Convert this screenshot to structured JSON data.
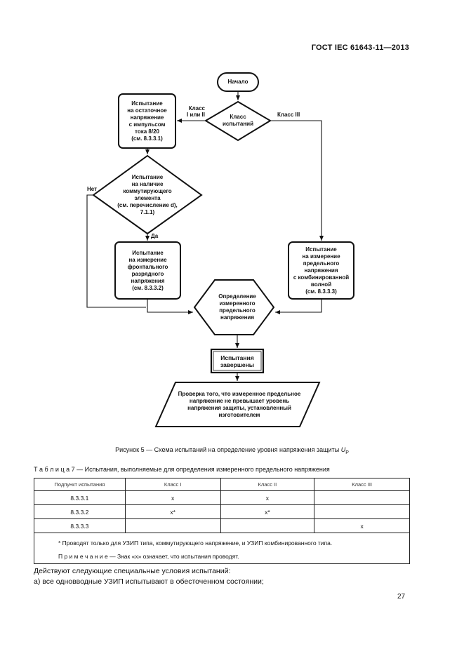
{
  "header": {
    "standard": "ГОСТ IEC 61643-11—2013"
  },
  "flowchart": {
    "start": "Начало",
    "class_decision": "Класс\nиспытаний",
    "branch_class12": "Класс\nI или II",
    "branch_class3": "Класс III",
    "residual_test": "Испытание\nна остаточное\nнапряжение\nс импульсом\nтока 8/20\n(см. 8.3.3.1)",
    "switching_decision": "Испытание\nна наличие\nкоммутирующего\nэлемента\n(см. перечисление d),\n7.1.1)",
    "branch_no": "Нет",
    "branch_yes": "Да",
    "front_test": "Испытание\nна измерение\nфронтального\nразрядного\nнапряжения\n(см. 8.3.3.2)",
    "combo_test": "Испытание\nна измерение\nпредельного\nнапряжения\nс комбинированной\nволной\n(см. 8.3.3.3)",
    "determine": "Определение\nизмеренного\nпредельного\nнапряжения",
    "complete": "Испытания\nзавершены",
    "verify": "Проверка того, что измеренное предельное\nнапряжение не превышает уровень\nнапряжения защиты, установленный\nизготовителем"
  },
  "caption": {
    "text": "Рисунок 5 — Схема испытаний на определение уровня напряжения защиты ",
    "symbol": "U",
    "sub": "P"
  },
  "table": {
    "title": "Т а б л и ц а  7 — Испытания, выполняемые для определения измеренного предельного напряжения",
    "headers": [
      "Подпункт испытания",
      "Класс I",
      "Класс II",
      "Класс III"
    ],
    "rows": [
      [
        "8.3.3.1",
        "x",
        "x",
        ""
      ],
      [
        "8.3.3.2",
        "x*",
        "x*",
        ""
      ],
      [
        "8.3.3.3",
        "",
        "",
        "x"
      ]
    ],
    "footnote": "* Проводят только для УЗИП типа, коммутирующего напряжение, и УЗИП комбинированного типа.",
    "note": "П р и м е ч а н и е  — Знак «x» означает, что испытания проводят."
  },
  "body": {
    "para1": "Действуют следующие специальные условия испытаний:",
    "para2": "а) все одновводные УЗИП испытывают в обесточенном состоянии;"
  },
  "page_number": "27"
}
